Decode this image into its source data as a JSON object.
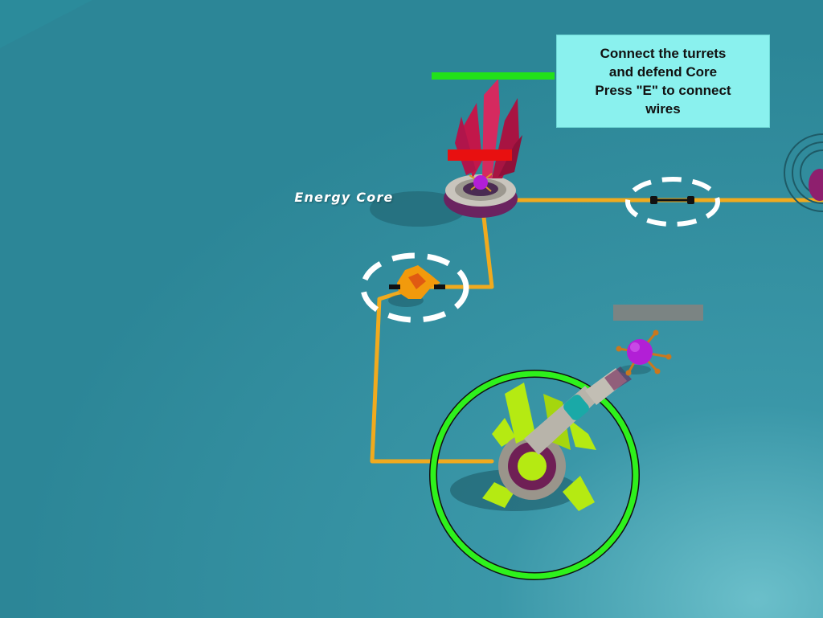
{
  "objective": {
    "lines": [
      "Connect the turrets",
      "and defend Core",
      "Press \"E\" to connect",
      "wires"
    ]
  },
  "core": {
    "label": "Energy Core",
    "shield_fraction": 1.0,
    "health_fraction": 1.0
  },
  "enemy": {
    "health_fraction": 0.0
  },
  "colors": {
    "ground": "#2f8a9c",
    "wire": "#f0aa1e",
    "shield_bar": "#22e11a",
    "health_bar": "#e81010",
    "enemy_bar_empty": "#7b8483",
    "objective_bg": "#8af1ee",
    "turret_range": "#2ef11c",
    "crystal": "#c2174a",
    "enemy": "#b21fd6",
    "turret": "#b5ea12"
  }
}
